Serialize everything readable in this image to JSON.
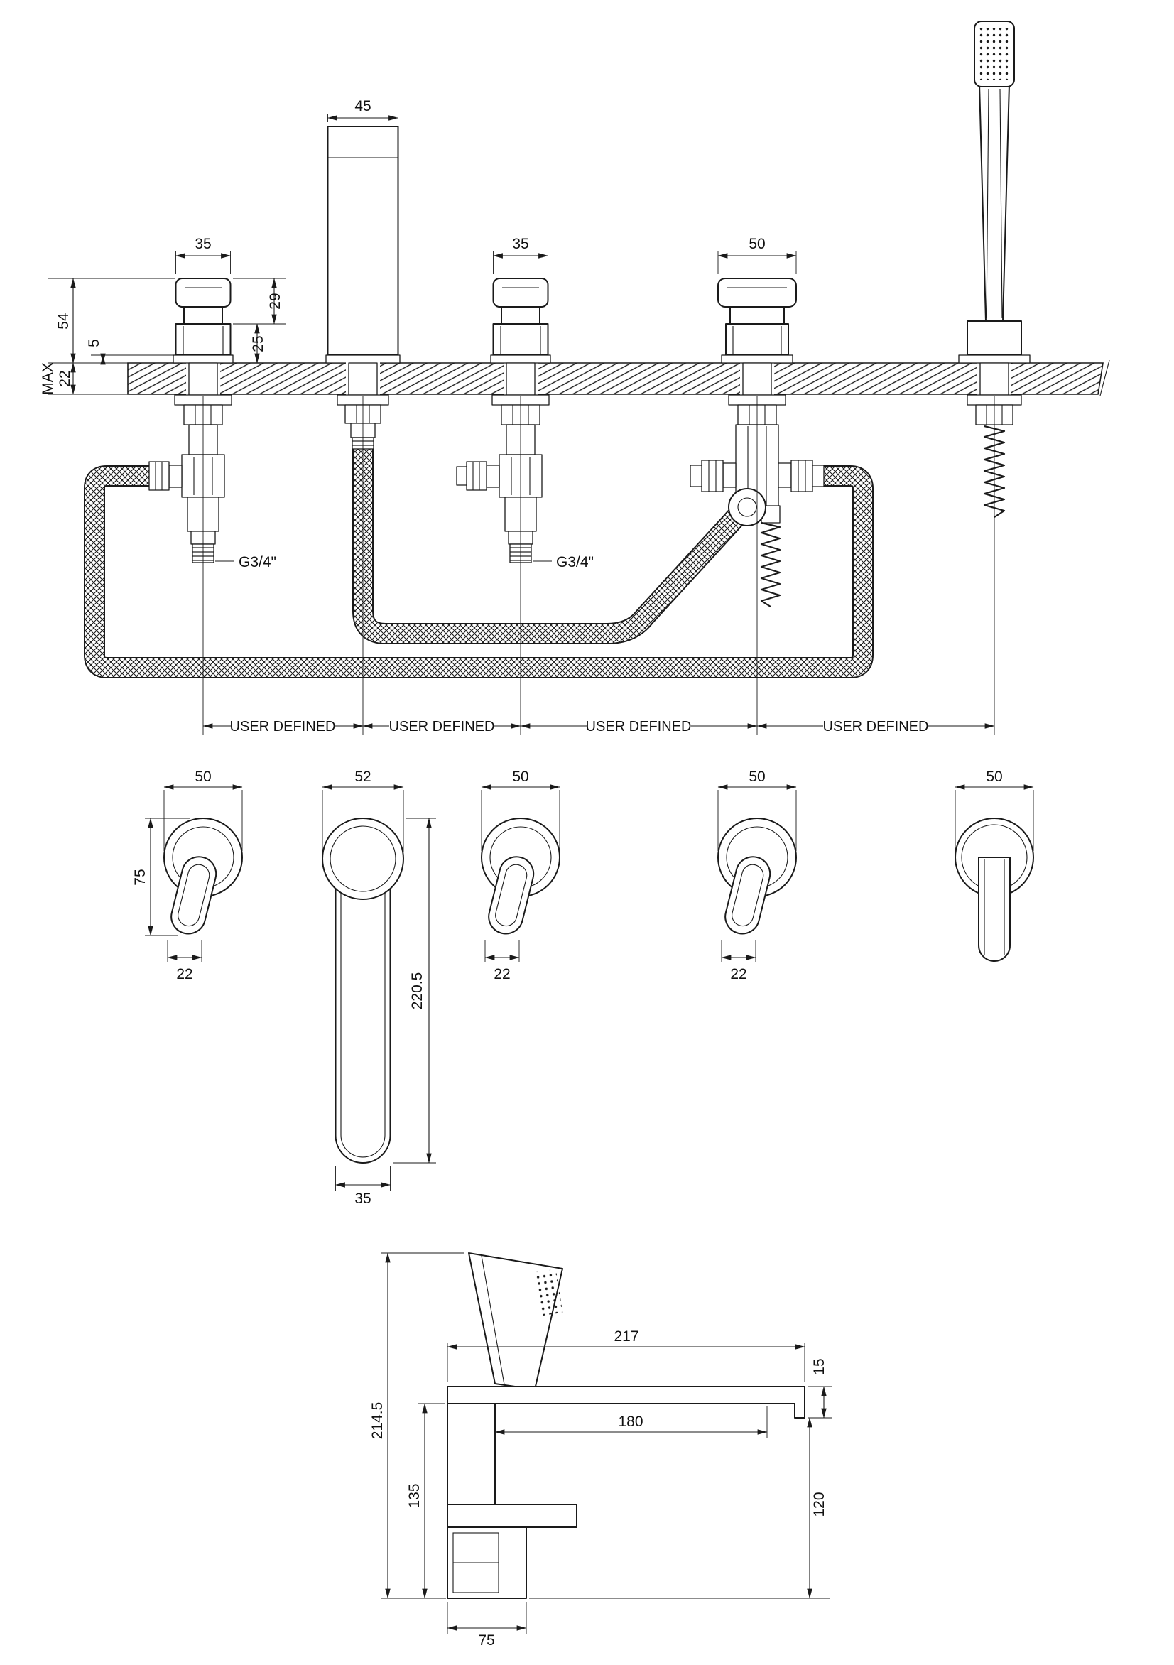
{
  "drawing": {
    "front": {
      "spout_width": "45",
      "valve1_width": "35",
      "valve2_width": "35",
      "diverter_width": "50",
      "total_height": "54",
      "flange_height": "5",
      "handle_height": "29",
      "body_height": "25",
      "deck_max": "MAX",
      "deck_thickness": "22",
      "thread_size_1": "G3/4\"",
      "thread_size_2": "G3/4\"",
      "spacing_1": "USER DEFINED",
      "spacing_2": "USER DEFINED",
      "spacing_3": "USER DEFINED",
      "spacing_4": "USER DEFINED"
    },
    "plan": {
      "handle1_dia": "50",
      "spout_dia": "52",
      "handle2_dia": "50",
      "handle3_dia": "50",
      "handset_dia": "50",
      "handle_length": "75",
      "handle1_tip": "22",
      "handle2_tip": "22",
      "handle3_tip": "22",
      "spout_length": "220.5",
      "spout_tip": "35"
    },
    "side": {
      "reach": "217",
      "lip": "15",
      "projection": "180",
      "overall_height": "214.5",
      "lower_height": "135",
      "clearance": "120",
      "base_width": "75"
    }
  }
}
